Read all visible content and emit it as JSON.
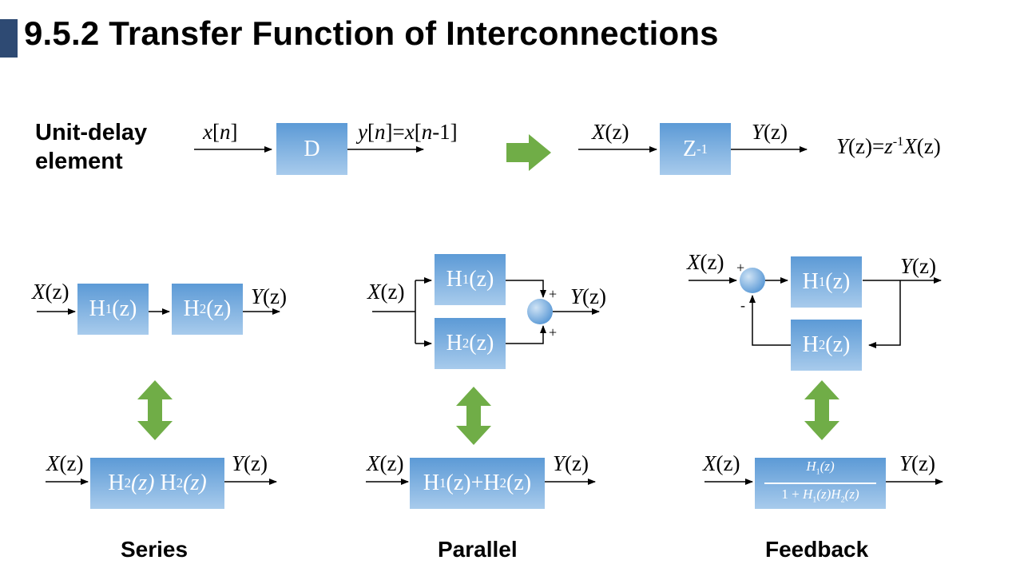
{
  "title": "9.5.2 Transfer Function of Interconnections",
  "colors": {
    "accent": "#2e4a73",
    "block": "#5b9bd5",
    "arrow_green": "#70ad47"
  },
  "unit_delay": {
    "label_line1": "Unit-delay",
    "label_line2": "element",
    "time_input": {
      "x": "x",
      "lb": "[",
      "n": "n",
      "rb": "]"
    },
    "time_block": "D",
    "time_output": {
      "y": "y",
      "lb": "[",
      "n": "n",
      "mid": "]=",
      "x": "x",
      "lb2": "[",
      "n2": "n",
      "rest": "-1]"
    },
    "z_input": {
      "X": "X",
      "z": "(z)"
    },
    "z_block": {
      "base": "Z",
      "exp": "-1"
    },
    "z_output": {
      "Y": "Y",
      "z": "(z)"
    },
    "relation": {
      "lhs": "Y",
      "lhs_z": "(z)=",
      "zsym": "z",
      "exp": "-1",
      "X": "X",
      "rhs_z": "(z)"
    },
    "arrow_icon": "right-arrow-icon"
  },
  "series": {
    "label": "Series",
    "input": "X",
    "output": "Y",
    "h1": {
      "base": "H",
      "sub": "1",
      "arg": "(z)"
    },
    "h2": {
      "base": "H",
      "sub": "2",
      "arg": "(z)"
    },
    "equivalent": {
      "a": "H",
      "a_sub": "2",
      "a_arg": "(z)",
      "b": "H",
      "b_sub": "2",
      "b_arg": "(z)"
    }
  },
  "parallel": {
    "label": "Parallel",
    "input": "X",
    "output": "Y",
    "h1": {
      "base": "H",
      "sub": "1",
      "arg": "(z)"
    },
    "h2": {
      "base": "H",
      "sub": "2",
      "arg": "(z)"
    },
    "sign_top": "+",
    "sign_bottom": "+",
    "equivalent": {
      "a": "H",
      "a_sub": "1",
      "mid": "(z)+H",
      "b_sub": "2",
      "end": "(z)"
    }
  },
  "feedback": {
    "label": "Feedback",
    "input": "X",
    "output": "Y",
    "h1": {
      "base": "H",
      "sub": "1",
      "arg": "(z)"
    },
    "h2": {
      "base": "H",
      "sub": "2",
      "arg": "(z)"
    },
    "sign_plus": "+",
    "sign_minus": "-",
    "equivalent": {
      "num": {
        "base": "H",
        "sub": "1",
        "arg": "(z)"
      },
      "den": {
        "pre": "1 + ",
        "a": "H",
        "a_sub": "1",
        "a_arg": "(z)",
        "b": "H",
        "b_sub": "2",
        "b_arg": "(z)"
      }
    }
  },
  "z_suffix": "(z)"
}
